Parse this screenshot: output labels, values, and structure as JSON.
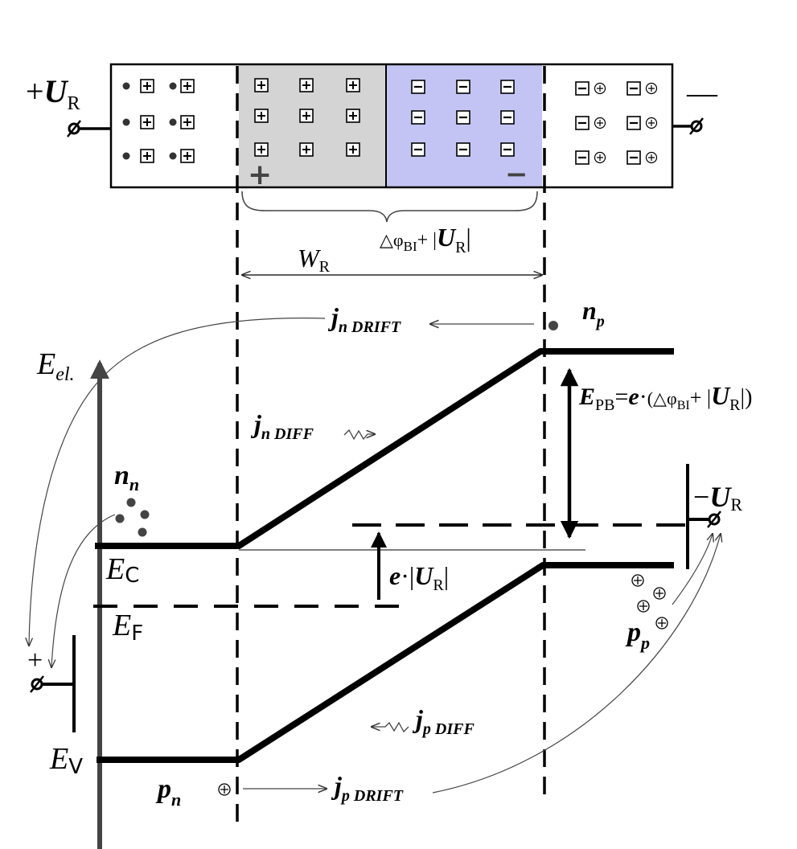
{
  "junction": {
    "left_terminal": {
      "sign": "+",
      "symbol": "U",
      "subscript": "R"
    },
    "right_terminal": {
      "sign": "—"
    },
    "plus_sign": "+",
    "minus_sign": "−",
    "depletion_label": {
      "prefix": "△φ",
      "sub": "BI",
      "plus": "+ |",
      "symbol": "U",
      "sub2": "R",
      "close": "|"
    },
    "colors": {
      "space_charge_positive": "#d4d4d4",
      "space_charge_negative": "#c4c4f4"
    }
  },
  "width_label": {
    "symbol": "W",
    "subscript": "R"
  },
  "energy_axis": {
    "symbol": "E",
    "subscript": "el."
  },
  "carriers": {
    "n_p": {
      "symbol": "n",
      "subscript": "p"
    },
    "n_n": {
      "symbol": "n",
      "subscript": "n"
    },
    "p_p": {
      "symbol": "p",
      "subscript": "p"
    },
    "p_n": {
      "symbol": "p",
      "subscript": "n"
    }
  },
  "currents": {
    "jn_drift": {
      "symbol": "j",
      "subscript": "n DRIFT"
    },
    "jn_diff": {
      "symbol": "j",
      "subscript": "n DIFF"
    },
    "jp_diff": {
      "symbol": "j",
      "subscript": "p DIFF"
    },
    "jp_drift": {
      "symbol": "j",
      "subscript": "p DRIFT"
    }
  },
  "band_labels": {
    "ec": {
      "symbol": "E",
      "subscript": "C"
    },
    "ef": {
      "symbol": "E",
      "subscript": "F"
    },
    "ev": {
      "symbol": "E",
      "subscript": "V"
    }
  },
  "barrier": {
    "symbol": "E",
    "subscript": "PB",
    "equals": "=",
    "e": "e",
    "dot": "·",
    "open": "(△φ",
    "sub": "BI",
    "plus": "+ |",
    "u": "U",
    "sub2": "R",
    "close": "|)"
  },
  "shift": {
    "e": "e",
    "dot": "·",
    "open": "|",
    "u": "U",
    "sub": "R",
    "close": "|"
  },
  "terminals": {
    "right": {
      "sign": "−",
      "symbol": "U",
      "subscript": "R"
    },
    "left": {
      "sign": "+"
    }
  }
}
